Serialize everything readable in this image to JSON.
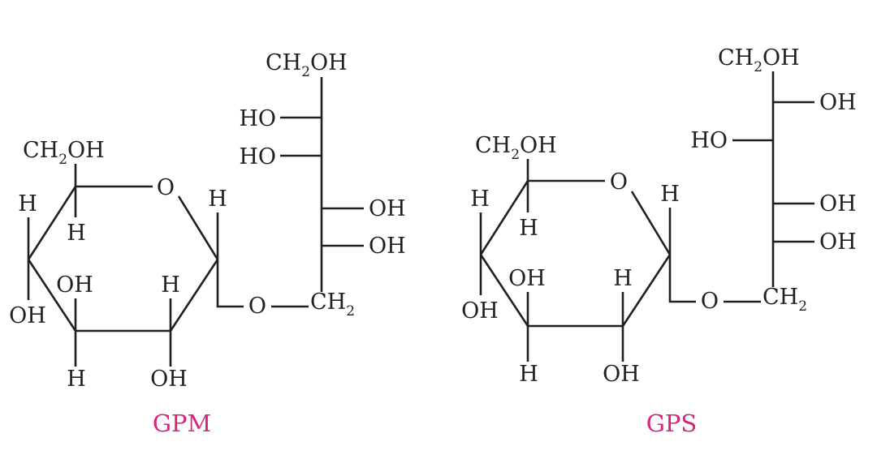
{
  "diagram": {
    "title": "",
    "colors": {
      "ink": "#231f20",
      "caption": "#d6247c"
    },
    "molecules": [
      {
        "name": "GPM",
        "ring": {
          "c5_substituent": "CH₂OH",
          "c5_h": "H",
          "ring_o": "O",
          "c1_h": "H",
          "c4_h": "H",
          "c4_oh": "OH",
          "c3_oh": "OH",
          "c3_h": "H",
          "c2_h": "H",
          "c2_oh": "OH"
        },
        "glycosidic_o": "O",
        "chain": {
          "top": "CH₂OH",
          "c2_left": "HO",
          "c3_left": "HO",
          "c4_right": "OH",
          "c5_right": "OH",
          "bottom": "CH₂"
        }
      },
      {
        "name": "GPS",
        "ring": {
          "c5_substituent": "CH₂OH",
          "c5_h": "H",
          "ring_o": "O",
          "c1_h": "H",
          "c4_h": "H",
          "c4_oh": "OH",
          "c3_oh": "OH",
          "c3_h": "H",
          "c2_h": "H",
          "c2_oh": "OH"
        },
        "glycosidic_o": "O",
        "chain": {
          "top": "CH₂OH",
          "c2_right": "OH",
          "c3_left": "HO",
          "c4_right": "OH",
          "c5_right": "OH",
          "bottom": "CH₂"
        }
      }
    ]
  }
}
